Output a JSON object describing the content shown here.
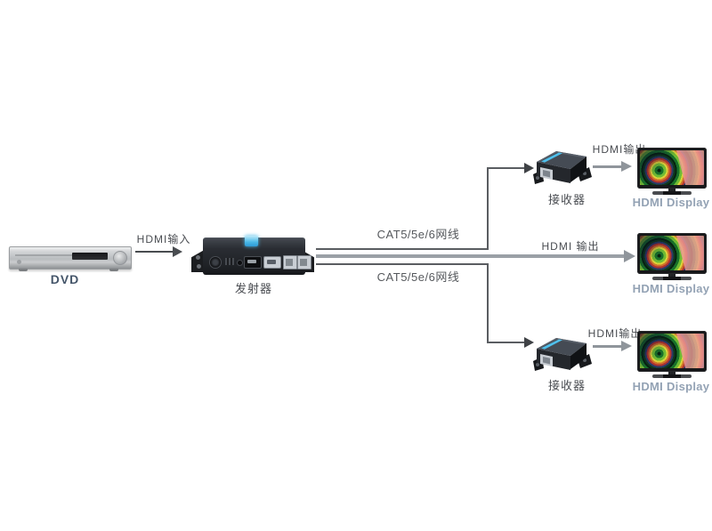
{
  "diagram": {
    "dvd": {
      "label": "DVD"
    },
    "hdmi_input": {
      "label": "HDMI输入"
    },
    "transmitter": {
      "label": "发射器"
    },
    "cat5_top": {
      "label": "CAT5/5e/6网线"
    },
    "cat5_bottom": {
      "label": "CAT5/5e/6网线"
    },
    "hdmi_output_mid": {
      "label": "HDMI 输出"
    },
    "top_branch": {
      "receiver": "接收器",
      "hdmi_output": "HDMI输出",
      "display": "HDMI Display"
    },
    "mid_branch": {
      "display": "HDMI Display"
    },
    "bottom_branch": {
      "receiver": "接收器",
      "hdmi_output": "HDMI输出",
      "display": "HDMI Display"
    },
    "colors": {
      "line_dark": "#5a5d61",
      "line_gray": "#9aa0a6",
      "label_dark": "#4a4d52",
      "label_display": "#93a2b4",
      "led_blue": "#49b8e8"
    }
  }
}
